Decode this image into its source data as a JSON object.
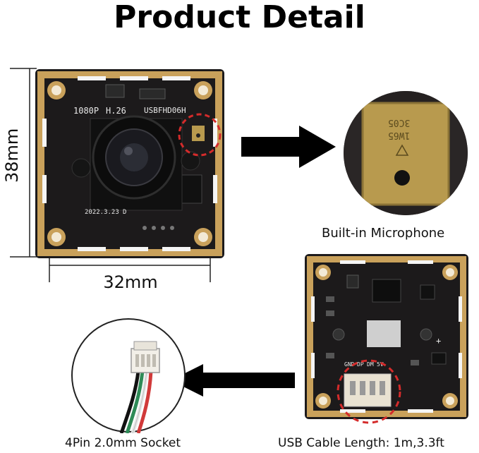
{
  "title": "Product Detail",
  "dimensions": {
    "height_label": "38mm",
    "width_label": "32mm"
  },
  "board_main": {
    "silk_resolution": "1080P",
    "silk_codec": "H.26",
    "silk_model": "USBFHD06H",
    "silk_date": "2022.3.23",
    "silk_mark": "D"
  },
  "microphone": {
    "caption": "Built-in Microphone",
    "chip_line1": "3C05",
    "chip_line2": "1W65"
  },
  "board_back": {
    "pin_labels": [
      "GND",
      "DP",
      "DM",
      "5V"
    ],
    "plus_mark": "+",
    "caption": "USB Cable Length: 1m,3.3ft"
  },
  "socket": {
    "caption": "4Pin 2.0mm Socket"
  },
  "colors": {
    "pcb": "#1c1a1b",
    "gold": "#c9a15b",
    "chip_gold": "#b89a4e",
    "highlight_red": "#d42b2b",
    "wire_red": "#d13a3a",
    "wire_green": "#2e8b57",
    "wire_white": "#e8e8e8",
    "wire_black": "#111111"
  },
  "icons": [
    "arrow-right-icon",
    "arrow-left-icon"
  ]
}
